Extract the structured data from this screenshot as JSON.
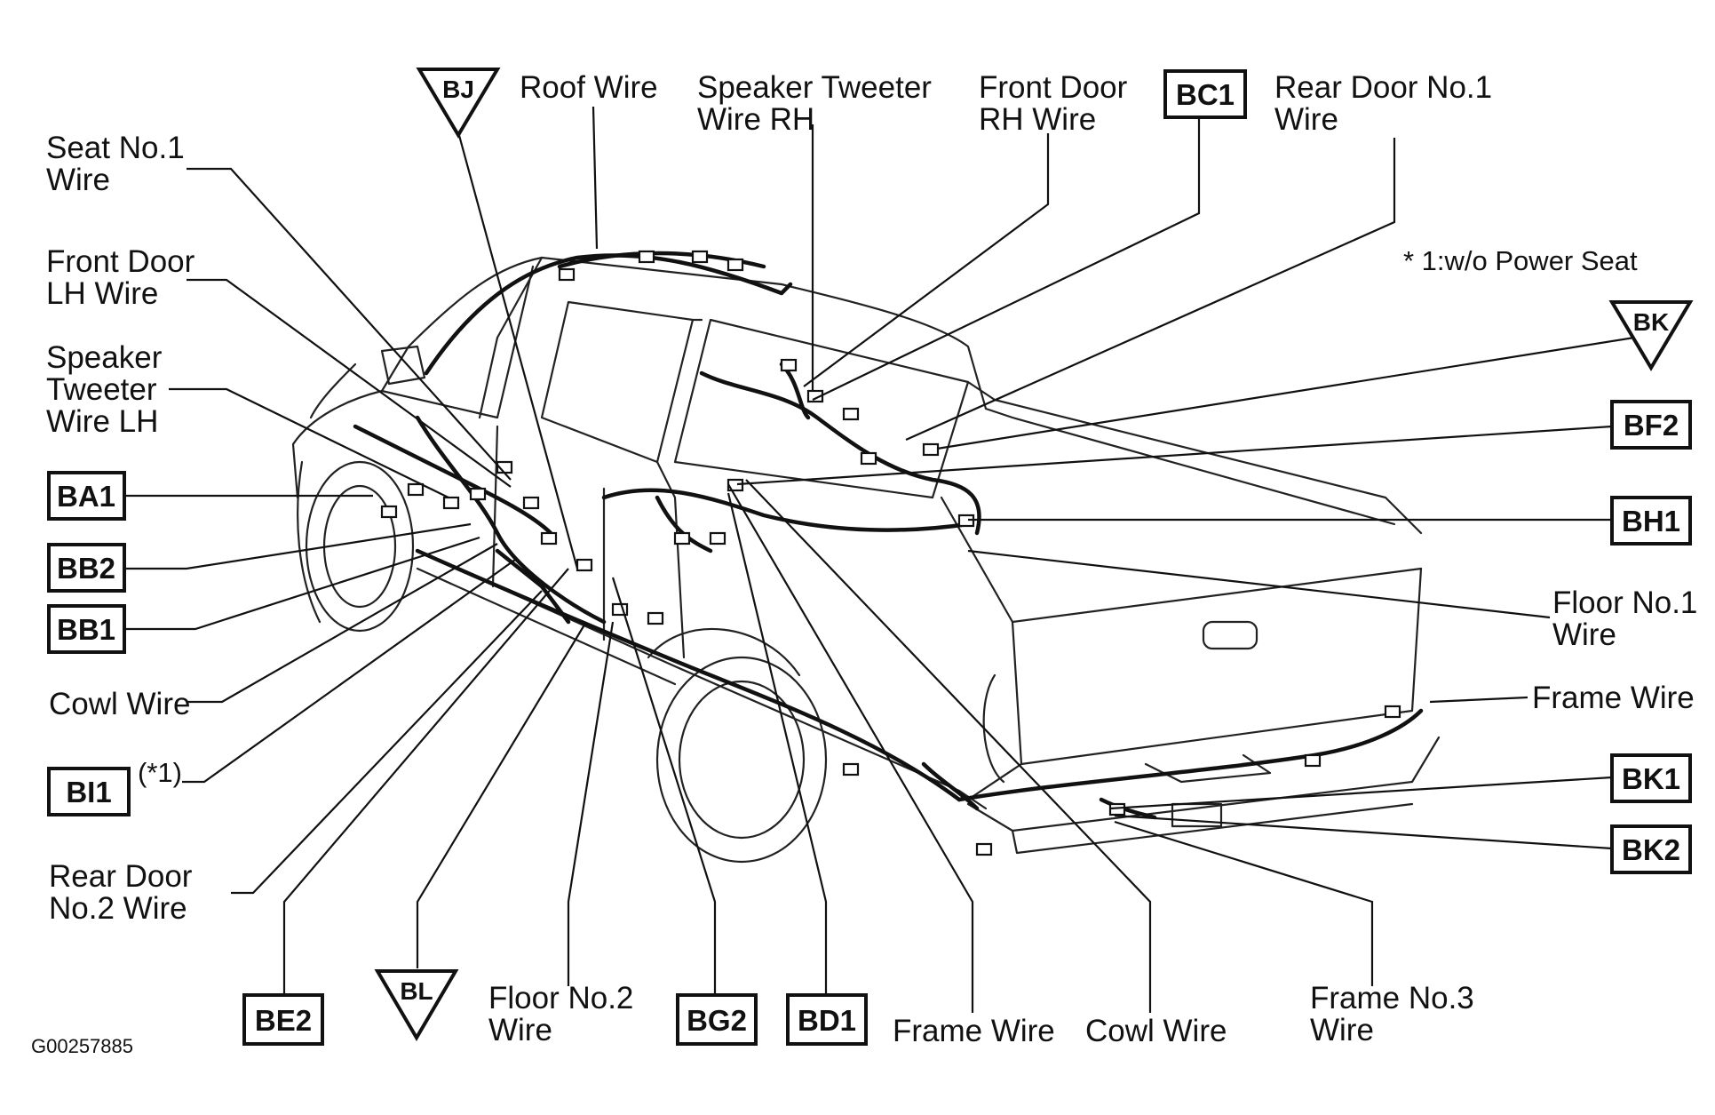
{
  "labels": {
    "seat_no1": [
      "Seat No.1",
      "Wire"
    ],
    "front_door_lh": [
      "Front Door",
      "LH Wire"
    ],
    "speaker_tweeter_lh": [
      "Speaker",
      "Tweeter",
      "Wire LH"
    ],
    "cowl_left": "Cowl Wire",
    "rear_door_no2": [
      "Rear Door",
      "No.2 Wire"
    ],
    "roof_wire": "Roof Wire",
    "speaker_tweeter_rh": [
      "Speaker Tweeter",
      "Wire RH"
    ],
    "front_door_rh": [
      "Front Door",
      "RH Wire"
    ],
    "rear_door_no1": [
      "Rear Door No.1",
      "Wire"
    ],
    "floor_no1": [
      "Floor No.1",
      "Wire"
    ],
    "frame_wire_right": "Frame Wire",
    "floor_no2": [
      "Floor No.2",
      "Wire"
    ],
    "frame_wire_bottom": "Frame Wire",
    "cowl_bottom": "Cowl Wire",
    "frame_no3": [
      "Frame No.3",
      "Wire"
    ]
  },
  "codes": {
    "BA1": "BA1",
    "BB2": "BB2",
    "BB1": "BB1",
    "BI1": "BI1",
    "BI1_note": "(*1)",
    "BC1": "BC1",
    "BF2": "BF2",
    "BH1": "BH1",
    "BK1": "BK1",
    "BK2": "BK2",
    "BE2": "BE2",
    "BG2": "BG2",
    "BD1": "BD1"
  },
  "triangles": {
    "BJ": "BJ",
    "BK": "BK",
    "BL": "BL"
  },
  "note": "* 1:w/o Power Seat",
  "figure_id": "G00257885"
}
